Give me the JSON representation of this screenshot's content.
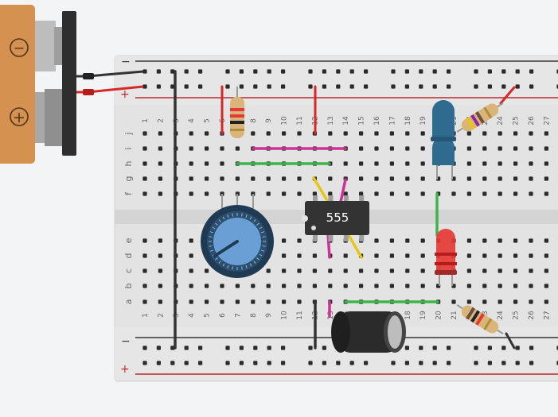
{
  "breadboard": {
    "column_numbers": [
      "1",
      "2",
      "3",
      "4",
      "5",
      "6",
      "7",
      "8",
      "9",
      "10",
      "11",
      "12",
      "13",
      "14",
      "15",
      "16",
      "17",
      "18",
      "19",
      "20",
      "21",
      "22",
      "23",
      "24",
      "25",
      "26",
      "27"
    ],
    "row_letters_top": [
      "j",
      "i",
      "h",
      "g",
      "f"
    ],
    "row_letters_bottom": [
      "e",
      "d",
      "c",
      "b",
      "a"
    ],
    "rail_minus": "−",
    "rail_plus": "+"
  },
  "battery": {
    "minus_symbol": "−",
    "plus_symbol": "+",
    "color": "#d4914f"
  },
  "ic": {
    "label": "555",
    "color": "#333333"
  },
  "potentiometer": {
    "color": "#6a9fd6"
  },
  "leds": {
    "top_color": "#2f6a8f",
    "bottom_color": "#e53935"
  },
  "wire_colors": {
    "red": "#d62828",
    "black": "#333333",
    "green": "#3cb44b",
    "magenta": "#cc3399",
    "yellow": "#e6c619"
  }
}
